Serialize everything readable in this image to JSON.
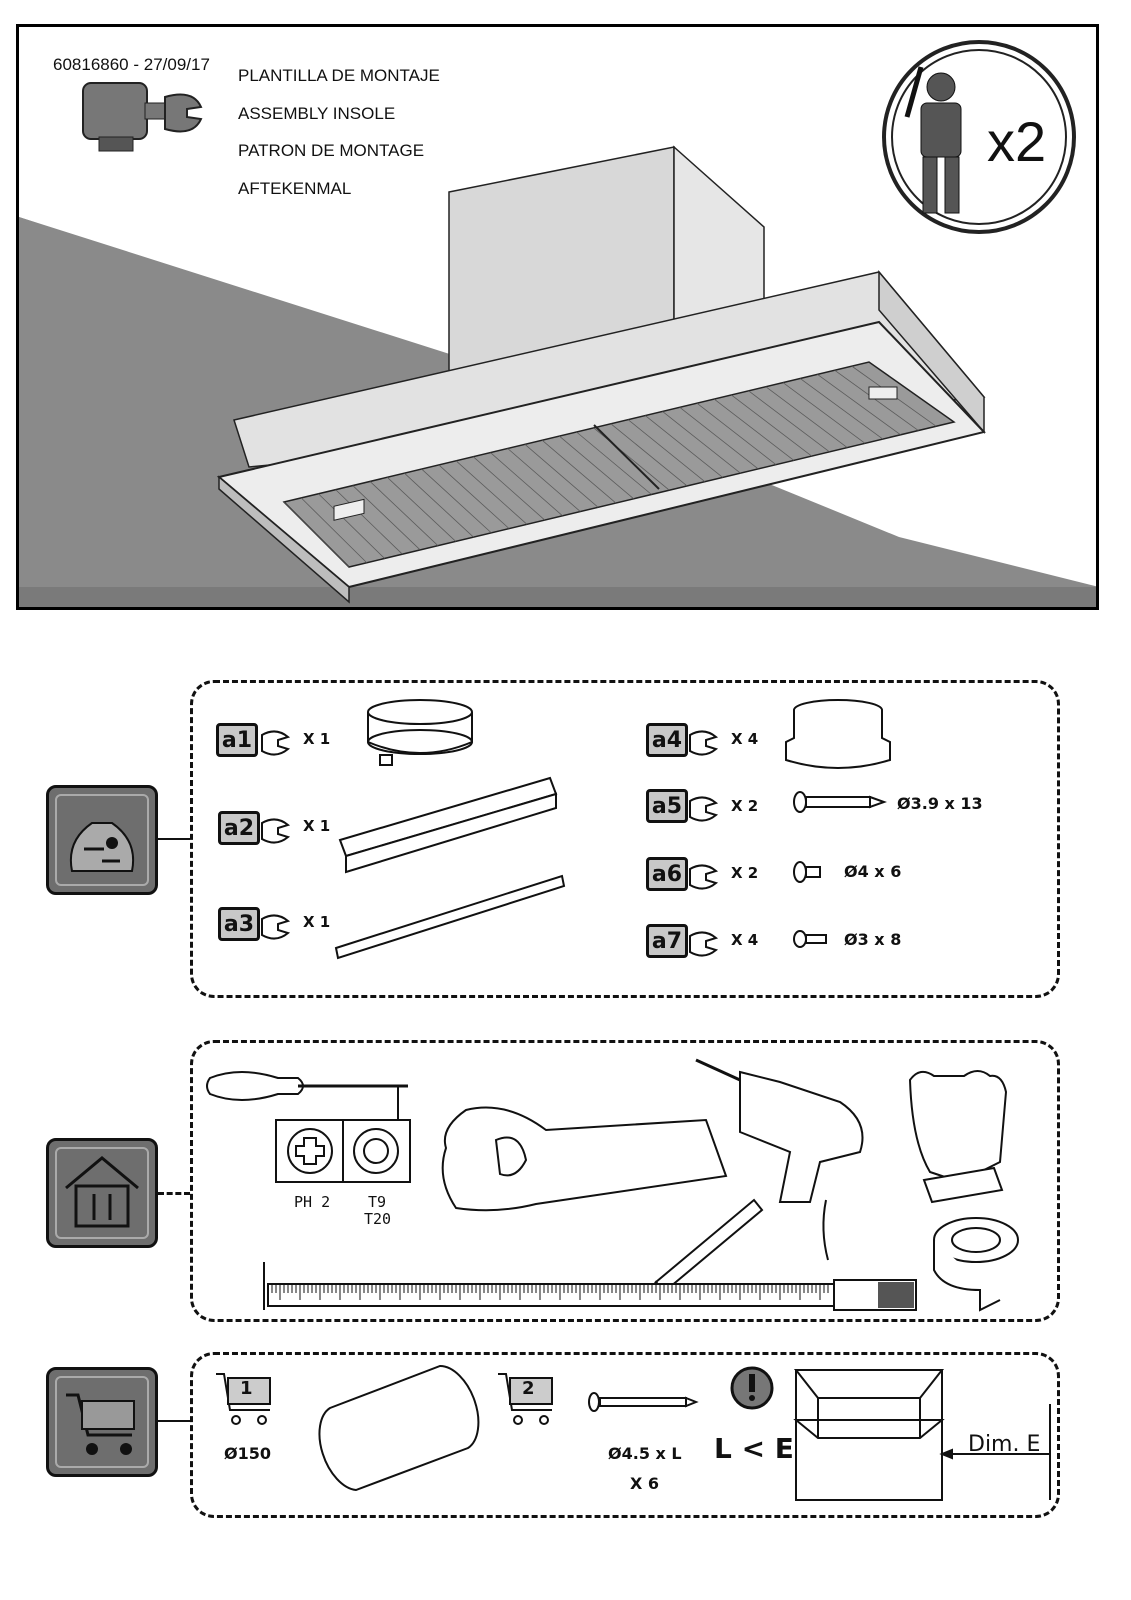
{
  "header": {
    "doc_id": "60816860 - 27/09/17",
    "titles": [
      "PLANTILLA DE MONTAJE",
      "ASSEMBLY INSOLE",
      "PATRON DE MONTAGE",
      "AFTEKENMAL"
    ],
    "persons_label": "x2"
  },
  "parts": [
    {
      "code": "a1",
      "qty": "X 1",
      "spec": ""
    },
    {
      "code": "a2",
      "qty": "X 1",
      "spec": ""
    },
    {
      "code": "a3",
      "qty": "X 1",
      "spec": ""
    },
    {
      "code": "a4",
      "qty": "X 4",
      "spec": ""
    },
    {
      "code": "a5",
      "qty": "X 2",
      "spec": "Ø3.9 x 13"
    },
    {
      "code": "a6",
      "qty": "X 2",
      "spec": "Ø4 x 6"
    },
    {
      "code": "a7",
      "qty": "X 4",
      "spec": "Ø3 x 8"
    }
  ],
  "tools": {
    "bit_ph": "PH 2",
    "bit_torx_1": "T9",
    "bit_torx_2": "T20"
  },
  "purchase": {
    "item1_num": "1",
    "item1_dim": "Ø150",
    "item2_num": "2",
    "item2_dim": "Ø4.5 x L",
    "item2_qty": "X 6",
    "rule": "L < E",
    "dim_label": "Dim. E"
  },
  "icons": [
    "wrench-icon",
    "person-screwdriver-icon",
    "parts-bag-icon",
    "house-tools-icon",
    "shopping-cart-icon",
    "warning-icon"
  ]
}
